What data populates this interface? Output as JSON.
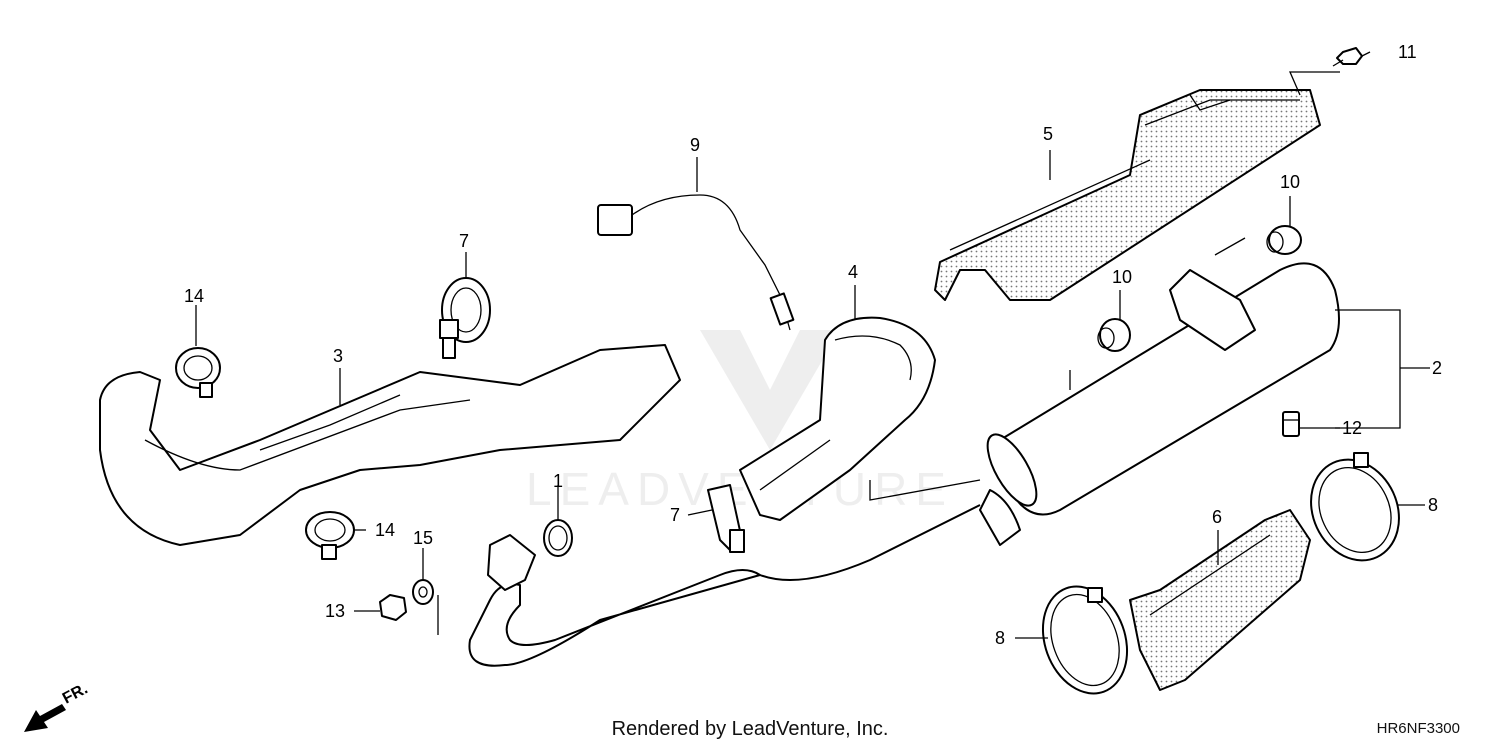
{
  "diagram": {
    "callouts": {
      "c1": "1",
      "c2": "2",
      "c3": "3",
      "c4": "4",
      "c5": "5",
      "c6": "6",
      "c7a": "7",
      "c7b": "7",
      "c8a": "8",
      "c8b": "8",
      "c9": "9",
      "c10a": "10",
      "c10b": "10",
      "c11": "11",
      "c12": "12",
      "c13": "13",
      "c14a": "14",
      "c14b": "14",
      "c15": "15"
    },
    "direction_label": "FR.",
    "watermark": "LEADVENTURE"
  },
  "footer": {
    "rendered_by": "Rendered by LeadVenture, Inc.",
    "diagram_code": "HR6NF3300"
  }
}
